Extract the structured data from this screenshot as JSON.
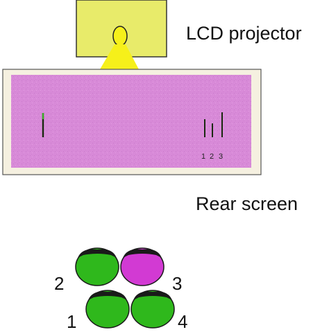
{
  "labels": {
    "projector": "LCD projector",
    "rear_screen": "Rear screen"
  },
  "screen_bars": [
    "1",
    "2",
    "3"
  ],
  "seats": [
    {
      "id": "1",
      "color": "#2fb81c",
      "role": "participant"
    },
    {
      "id": "2",
      "color": "#2fb81c",
      "role": "participant"
    },
    {
      "id": "3",
      "color": "#d23ad3",
      "role": "participant"
    },
    {
      "id": "4",
      "color": "#2fb81c",
      "role": "participant"
    }
  ],
  "colors": {
    "projector_body": "#e8eb6a",
    "projector_beam": "#f6f01a",
    "screen_frame": "#f5f0e0",
    "screen_surface": "#d88ad8",
    "target_bar": "#1a2a10",
    "head_dark": "#1a1a1a"
  }
}
